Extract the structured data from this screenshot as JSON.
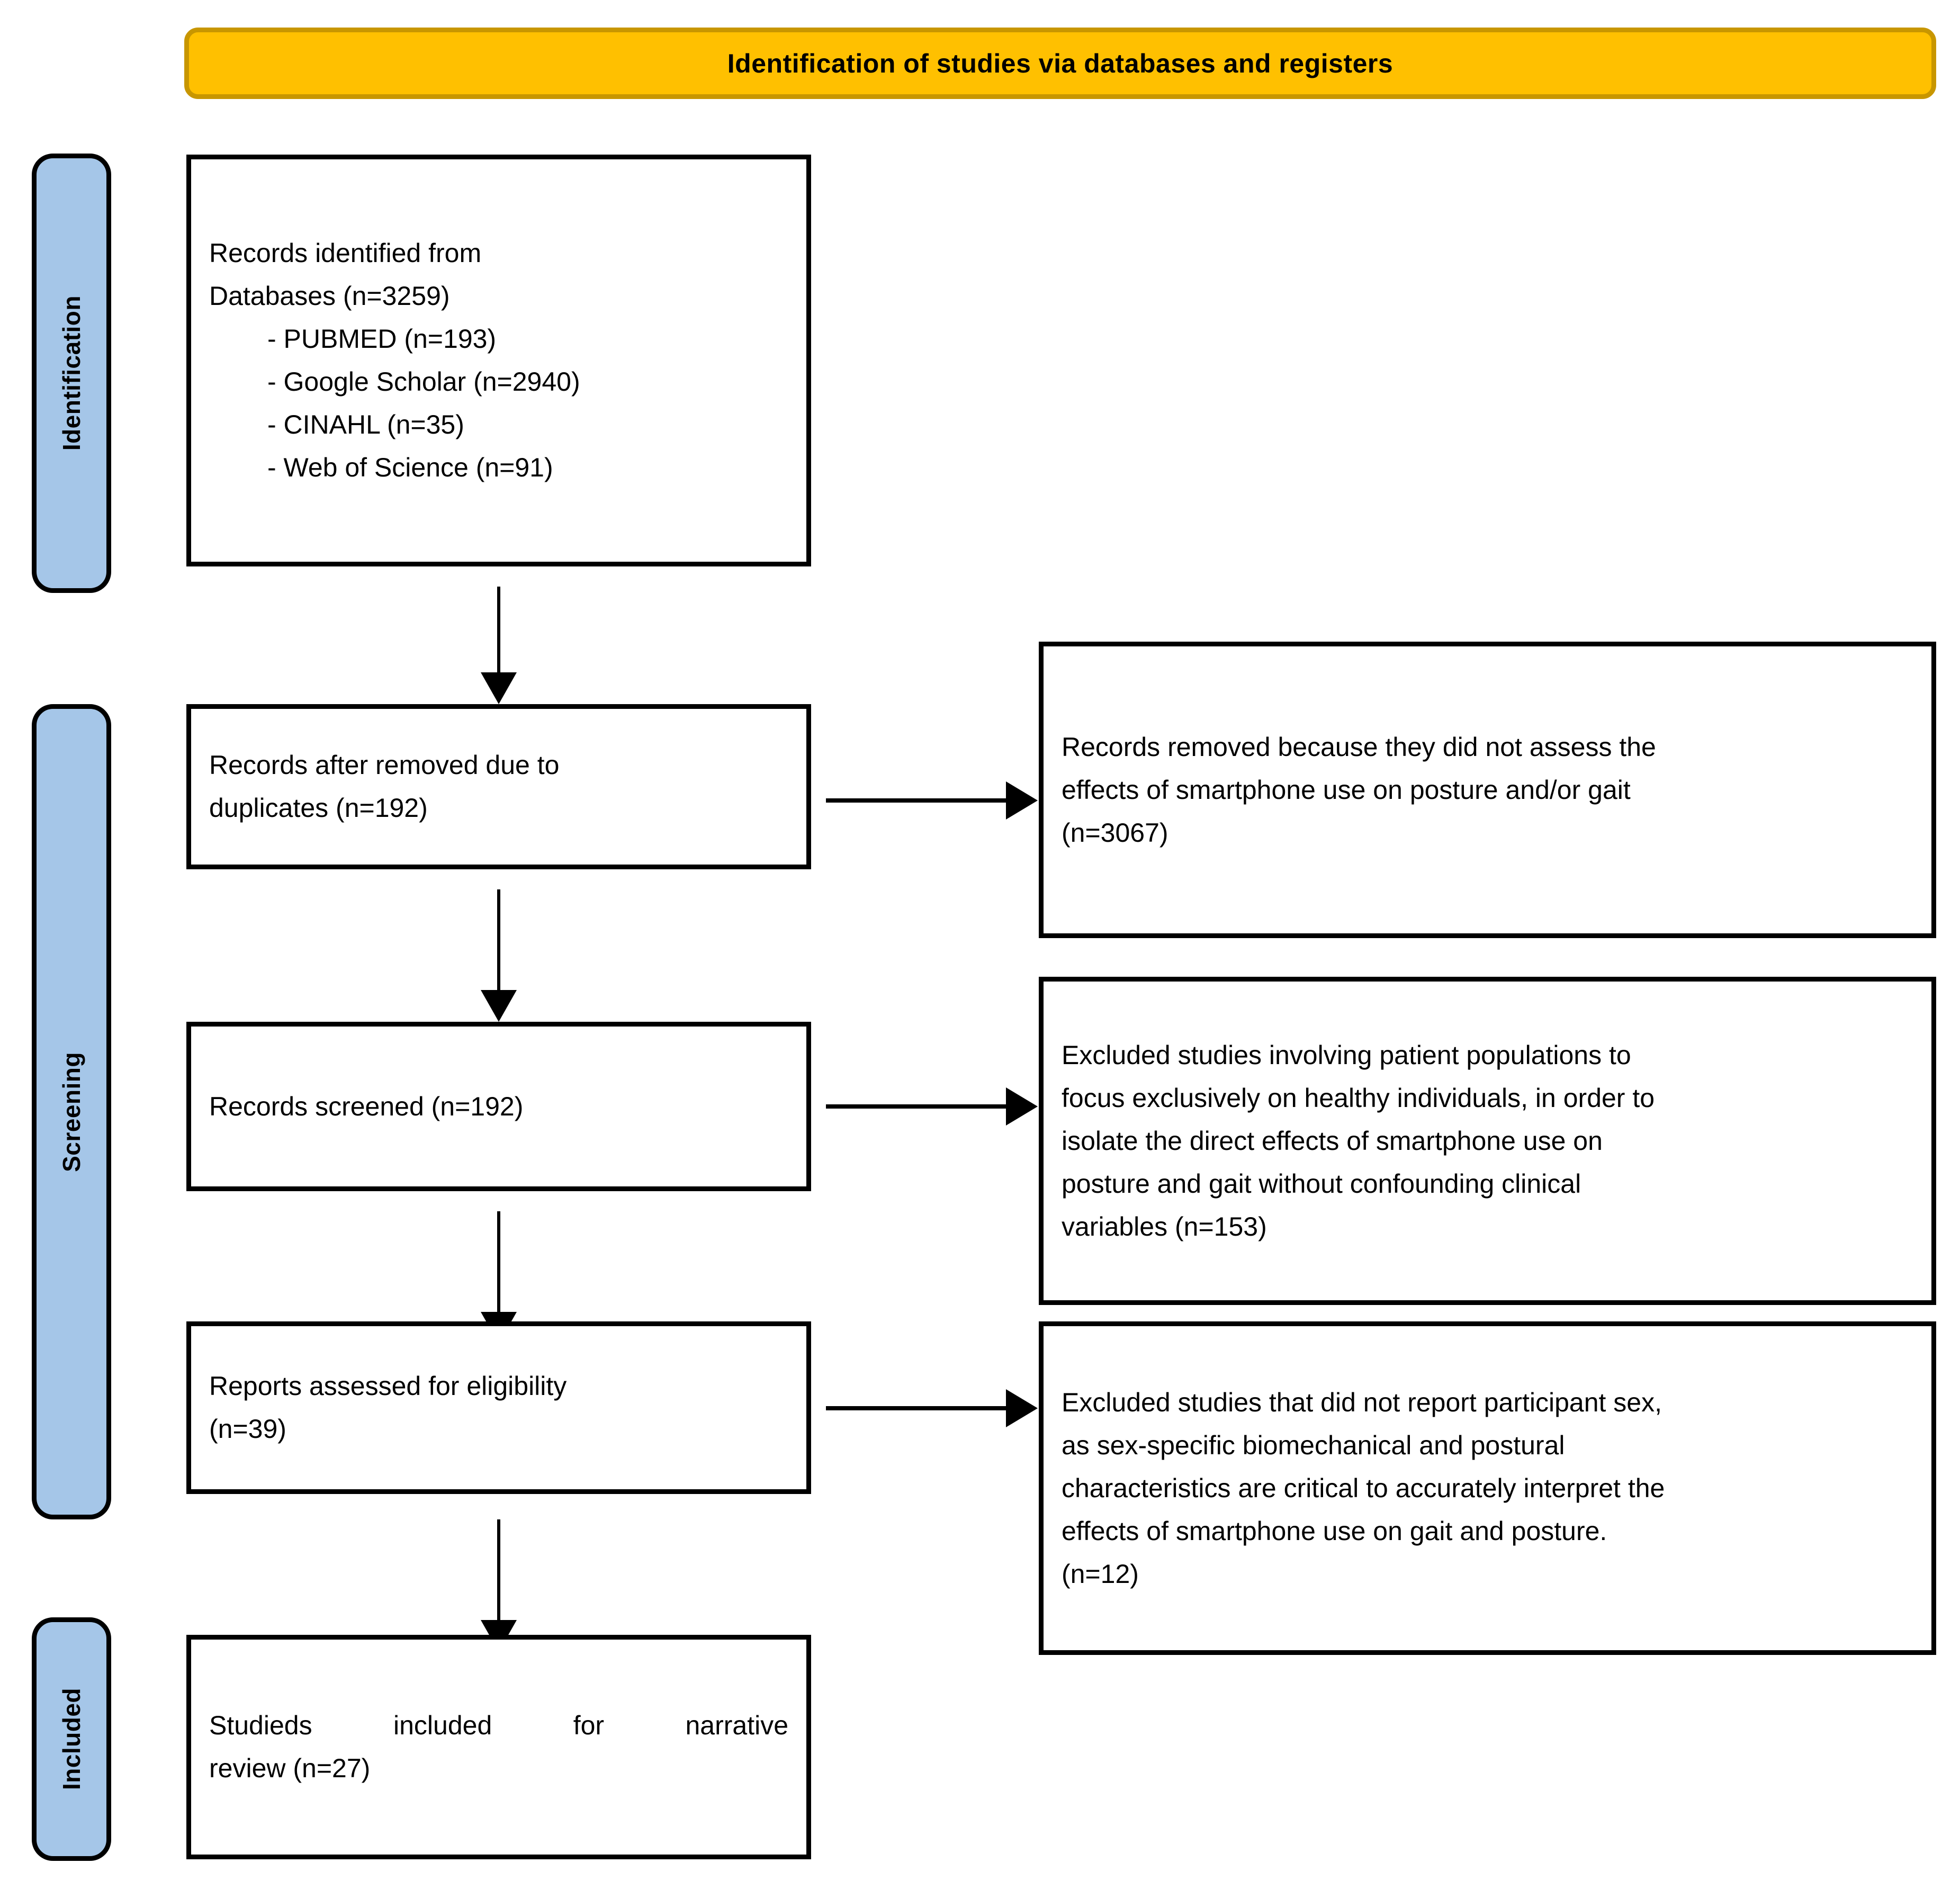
{
  "header": {
    "title": "Identification of studies via databases and registers",
    "background_color": "#FFC000",
    "border_color": "#C89600"
  },
  "stages": [
    {
      "id": "identification",
      "label": "Identification",
      "color": "#A5C6E8"
    },
    {
      "id": "screening",
      "label": "Screening",
      "color": "#A5C6E8"
    },
    {
      "id": "included",
      "label": "Included",
      "color": "#A5C6E8"
    }
  ],
  "boxes": {
    "identified": {
      "line1": "Records identified from",
      "line2": "Databases (n=3259)",
      "sources": [
        "- PUBMED (n=193)",
        "- Google Scholar (n=2940)",
        "- CINAHL (n=35)",
        "- Web of Science (n=91)"
      ]
    },
    "after_duplicates": {
      "line1": "Records after removed due to",
      "line2": "duplicates (n=192)"
    },
    "screened": {
      "line1": "Records screened (n=192)"
    },
    "eligibility": {
      "line1": "Reports assessed for eligibility",
      "line2": "(n=39)"
    },
    "included_final": {
      "line1": "Studieds included for narrative",
      "line2": "review (n=27)"
    }
  },
  "exclusions": {
    "removed_not_assess": {
      "line1": "Records removed because they did not assess the",
      "line2": "effects of smartphone use on posture and/or gait",
      "line3": "(n=3067)"
    },
    "excluded_patient_populations": {
      "line1": "Excluded studies involving patient populations to",
      "line2": "focus exclusively on healthy individuals, in order to",
      "line3": "isolate the direct effects of smartphone use on",
      "line4": "posture and gait without confounding clinical",
      "line5": "variables (n=153)"
    },
    "excluded_no_sex": {
      "line1": "Excluded studies that did not report participant sex,",
      "line2": "as sex-specific biomechanical and postural",
      "line3": "characteristics are critical to accurately interpret the",
      "line4": "effects of smartphone use on gait and posture.",
      "line5": "(n=12)"
    }
  },
  "counts": {
    "databases_total": 3259,
    "pubmed": 193,
    "google_scholar": 2940,
    "cinahl": 35,
    "web_of_science": 91,
    "after_duplicates": 192,
    "screened": 192,
    "removed_not_assess": 3067,
    "excluded_patient_populations": 153,
    "eligibility": 39,
    "excluded_no_sex": 12,
    "included_final": 27
  }
}
